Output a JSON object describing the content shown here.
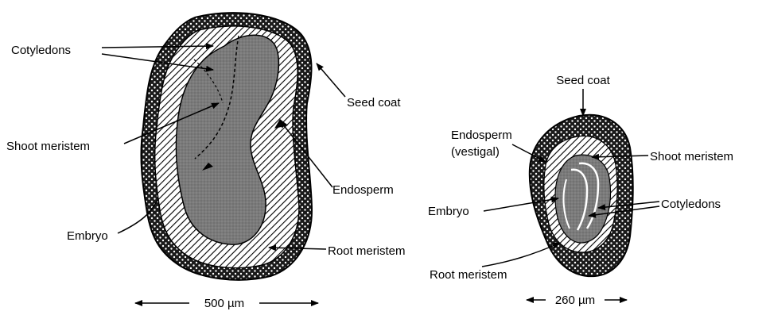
{
  "colors": {
    "seed_coat": "#1a1a1a",
    "seed_coat_dots": "#ffffff",
    "endosperm_hatch": "#000000",
    "embryo": "#7a7a7a",
    "line": "#000000",
    "background": "#ffffff"
  },
  "left_seed": {
    "labels": {
      "cotyledons": "Cotyledons",
      "seed_coat": "Seed coat",
      "shoot_meristem": "Shoot meristem",
      "endosperm": "Endosperm",
      "embryo": "Embryo",
      "root_meristem": "Root meristem"
    },
    "scale": {
      "value": "500",
      "unit": "µm",
      "text": "500 µm"
    }
  },
  "right_seed": {
    "labels": {
      "seed_coat": "Seed coat",
      "endosperm_line1": "Endosperm",
      "endosperm_line2": "(vestigal)",
      "shoot_meristem": "Shoot meristem",
      "cotyledons": "Cotyledons",
      "embryo": "Embryo",
      "root_meristem": "Root meristem"
    },
    "scale": {
      "value": "260",
      "unit": "µm",
      "text": "260 µm"
    }
  }
}
